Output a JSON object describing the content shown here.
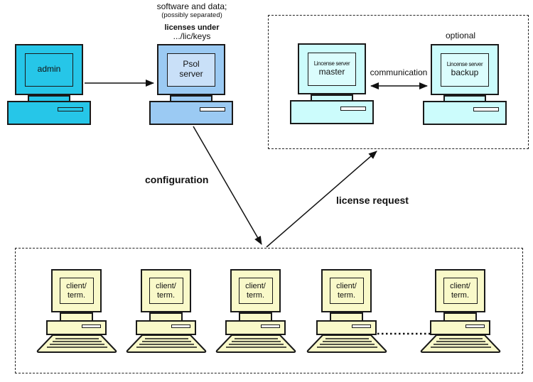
{
  "title": "license server architecture diagram",
  "colors": {
    "admin": "#26c6e8",
    "psol_body": "#9bcaf3",
    "psol_screen": "#c9e0f8",
    "server_body": "#ccfcfc",
    "server_screen": "#dbfdfd",
    "client": "#f9f9c9"
  },
  "annotations": {
    "software_line1": "software and data;",
    "software_line2": "(possibly separated)",
    "licenses_line1": "licenses under",
    "licenses_line2": ".../lic/keys",
    "optional": "optional",
    "communication": "communication",
    "configuration": "configuration",
    "license_request": "license request"
  },
  "nodes": {
    "admin": {
      "label": "admin"
    },
    "psol": {
      "label": "Psol\nserver"
    },
    "master": {
      "sublabel": "Lincense server",
      "label": "master"
    },
    "backup": {
      "sublabel": "Lincense server",
      "label": "backup"
    }
  },
  "clients": [
    "client/\nterm.",
    "client/\nterm.",
    "client/\nterm.",
    "client/\nterm.",
    "client/\nterm."
  ]
}
